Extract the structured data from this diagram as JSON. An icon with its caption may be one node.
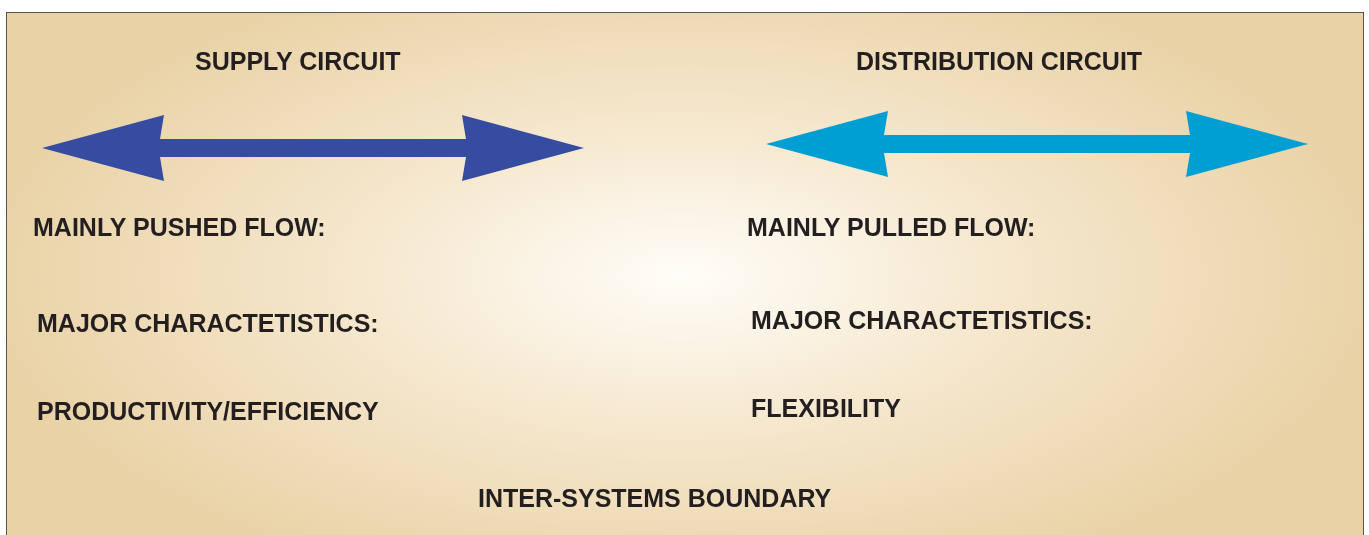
{
  "diagram": {
    "labels": [
      "SUPPLY CIRCUIT",
      "DISTRIBUTION CIRCUIT",
      "MAINLY PUSHED FLOW:",
      "MAINLY PULLED FLOW:",
      "MAJOR CHARACTETISTICS:",
      "MAJOR CHARACTETISTICS:",
      "PRODUCTIVITY/EFFICIENCY",
      "FLEXIBILITY",
      "INTER-SYSTEMS BOUNDARY"
    ]
  }
}
